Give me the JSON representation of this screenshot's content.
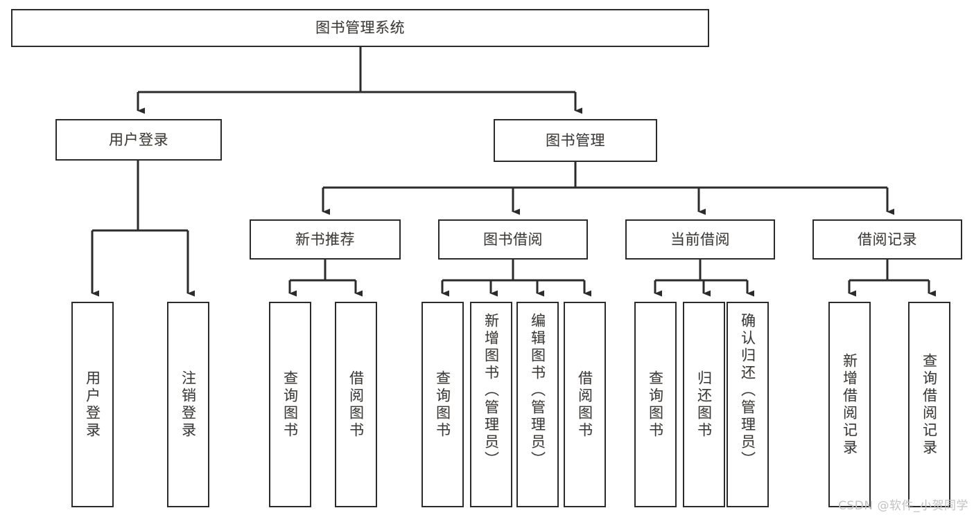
{
  "diagram": {
    "type": "tree-structure-chart",
    "title": "图书管理系统",
    "watermark": "CSDN @软件_小贺同学",
    "colors": {
      "background": "#ffffff",
      "border": "#2b2b2b",
      "text": "#3a3a3a",
      "edge": "#2b2b2b",
      "watermark": "#c2c2c2"
    },
    "root": {
      "label": "图书管理系统"
    },
    "level2": [
      {
        "label": "用户登录"
      },
      {
        "label": "图书管理"
      }
    ],
    "level3": [
      {
        "label": "新书推荐"
      },
      {
        "label": "图书借阅"
      },
      {
        "label": "当前借阅"
      },
      {
        "label": "借阅记录"
      }
    ],
    "leaves": {
      "user_login": [
        {
          "label": "用户登录"
        },
        {
          "label": "注销登录"
        }
      ],
      "new_book_recommend": [
        {
          "label": "查询图书"
        },
        {
          "label": "借阅图书"
        }
      ],
      "book_borrow": [
        {
          "label": "查询图书"
        },
        {
          "label": "新增图书（管理员）"
        },
        {
          "label": "编辑图书（管理员）"
        },
        {
          "label": "借阅图书"
        }
      ],
      "current_borrow": [
        {
          "label": "查询图书"
        },
        {
          "label": "归还图书"
        },
        {
          "label": "确认归还（管理员）"
        }
      ],
      "borrow_record": [
        {
          "label": "新增借阅记录"
        },
        {
          "label": "查询借阅记录"
        }
      ]
    }
  }
}
